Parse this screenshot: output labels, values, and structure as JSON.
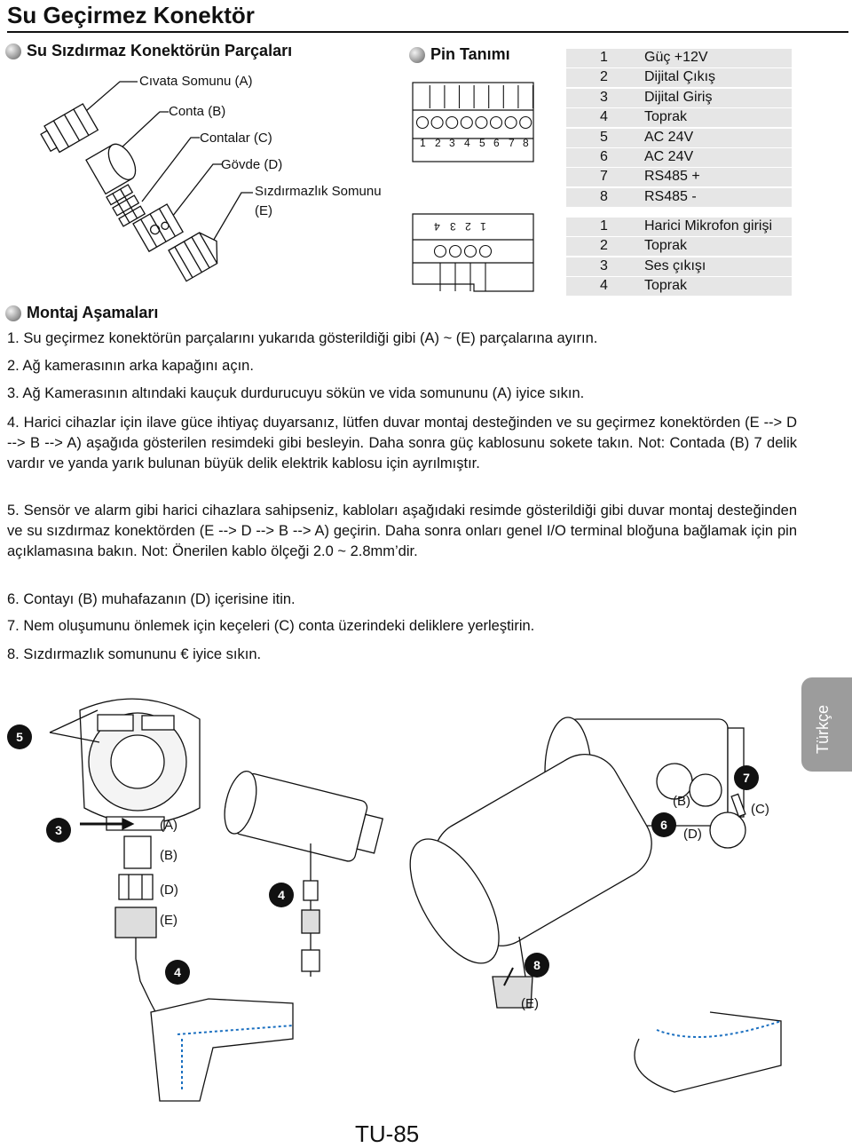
{
  "page": {
    "title": "Su Geçirmez Konektör",
    "page_number": "TU-85",
    "side_tab": "Türkçe"
  },
  "parts": {
    "heading": "Su Sızdırmaz Konektörün Parçaları",
    "labels": [
      "Cıvata Somunu (A)",
      "Conta (B)",
      "Contalar (C)",
      "Gövde (D)",
      "Sızdırmazlık Somunu",
      "(E)"
    ]
  },
  "pins": {
    "heading": "Pin Tanımı",
    "top_block_numbers": [
      "1",
      "2",
      "3",
      "4",
      "5",
      "6",
      "7",
      "8"
    ],
    "bottom_block_numbers": [
      "4",
      "3",
      "2",
      "1"
    ],
    "block1": [
      {
        "n": "1",
        "d": "Güç  +12V"
      },
      {
        "n": "2",
        "d": "Dijital Çıkış"
      },
      {
        "n": "3",
        "d": "Dijital Giriş"
      },
      {
        "n": "4",
        "d": "Toprak"
      },
      {
        "n": "5",
        "d": "AC 24V"
      },
      {
        "n": "6",
        "d": "AC 24V"
      },
      {
        "n": "7",
        "d": "RS485 +"
      },
      {
        "n": "8",
        "d": "RS485 -"
      }
    ],
    "block2": [
      {
        "n": "1",
        "d": "Harici Mikrofon girişi"
      },
      {
        "n": "2",
        "d": "Toprak"
      },
      {
        "n": "3",
        "d": "Ses çıkışı"
      },
      {
        "n": "4",
        "d": "Toprak"
      }
    ]
  },
  "mounting": {
    "heading": "Montaj Aşamaları",
    "steps": [
      "1. Su geçirmez konektörün parçalarını yukarıda gösterildiği gibi (A) ~ (E) parçalarına ayırın.",
      "2. Ağ kamerasının arka kapağını açın.",
      "3. Ağ Kamerasının altındaki kauçuk durdurucuyu sökün ve vida somununu (A) iyice sıkın.",
      "4. Harici cihazlar için ilave güce ihtiyaç duyarsanız, lütfen duvar montaj desteğinden ve su geçirmez konektörden (E --> D --> B --> A) aşağıda gösterilen resimdeki gibi besleyin. Daha sonra güç kablosunu sokete takın. Not: Contada (B) 7 delik vardır ve yanda yarık bulunan büyük delik elektrik kablosu için ayrılmıştır.",
      "5. Sensör ve alarm gibi harici cihazlara sahipseniz, kabloları aşağıdaki resimde gösterildiği gibi duvar montaj desteğinden ve su sızdırmaz konektörden (E --> D --> B --> A) geçirin. Daha sonra onları genel I/O terminal bloğuna bağlamak için pin açıklamasına bakın. Not: Önerilen kablo ölçeği 2.0 ~ 2.8mm’dir.",
      "6. Contayı (B) muhafazanın (D) içerisine itin.",
      "7. Nem oluşumunu önlemek için keçeleri (C) conta üzerindeki deliklere yerleştirin.",
      "8. Sızdırmazlık somununu € iyice sıkın."
    ]
  },
  "figure": {
    "badges": [
      "5",
      "3",
      "4",
      "4",
      "6",
      "7",
      "8"
    ],
    "labels": [
      "(A)",
      "(B)",
      "(D)",
      "(E)",
      "(B)",
      "(D)",
      "(C)",
      "(E)"
    ]
  }
}
